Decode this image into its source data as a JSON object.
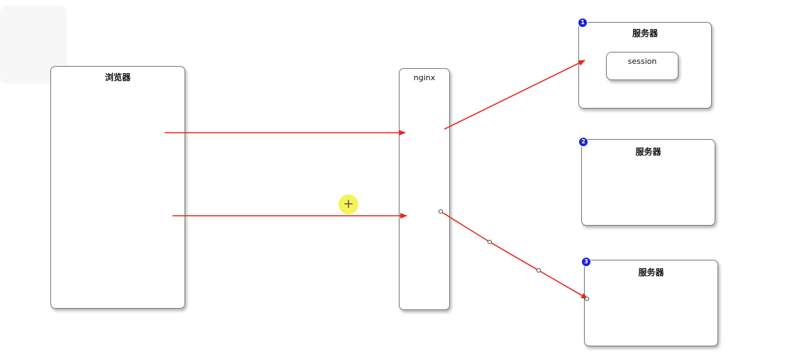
{
  "diagram": {
    "browser": {
      "label": "浏览器"
    },
    "nginx": {
      "label": "nginx"
    },
    "servers": [
      {
        "badge": "1",
        "label": "服务器",
        "inner": {
          "label": "session"
        }
      },
      {
        "badge": "2",
        "label": "服务器"
      },
      {
        "badge": "3",
        "label": "服务器"
      }
    ],
    "edges": [
      {
        "from": "browser",
        "to": "nginx"
      },
      {
        "from": "browser",
        "to": "nginx"
      },
      {
        "from": "nginx",
        "to": "servers.0"
      },
      {
        "from": "nginx",
        "to": "servers.2"
      }
    ],
    "colors": {
      "arrow": "#e8261c",
      "badge": "#1a23d8",
      "border": "#7a7a7a",
      "cursor_highlight": "#f5f03c"
    }
  },
  "cursor": {
    "icon": "crosshair-plus-icon"
  }
}
